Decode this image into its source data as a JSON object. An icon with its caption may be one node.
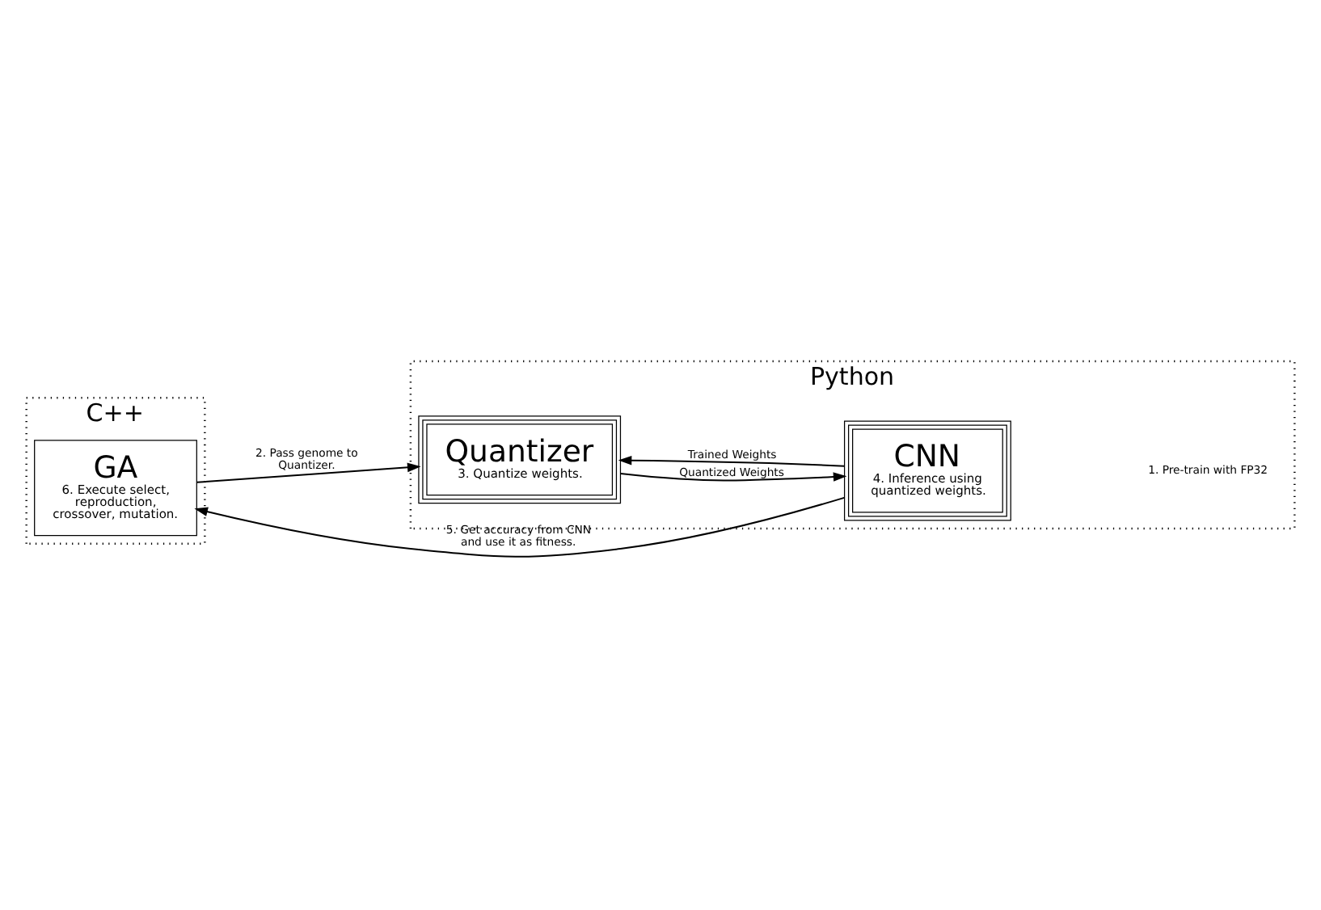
{
  "diagram": {
    "nodes": [
      {
        "text": [
          "C++"
        ]
      },
      {
        "text": [
          "GA",
          "6. Execute select, reproduction, crossover, mutation."
        ],
        "in": 0
      },
      {
        "text": [
          "Python"
        ]
      },
      {
        "text": [
          "Quantizer",
          "3. Quantize weights."
        ],
        "in": 2
      },
      {
        "text": [
          "CNN",
          "4. Inference using quantized weights."
        ],
        "in": 2
      }
    ],
    "edges": [
      {
        "from": 1,
        "to": 3,
        "arrow": "to",
        "label": "2. Pass genome to Quantizer."
      },
      {
        "from": 4,
        "to": 1,
        "arrow": "to",
        "label": "5. Get accuracy from CNN and use it as fitness."
      },
      {
        "from": 4,
        "to": 3,
        "arrow": "to",
        "label": "Trained Weights"
      },
      {
        "from": 3,
        "to": 4,
        "arrow": "to",
        "label": "Quantized Weights"
      }
    ],
    "labels": [
      "1. Pre-train with FP32"
    ]
  }
}
